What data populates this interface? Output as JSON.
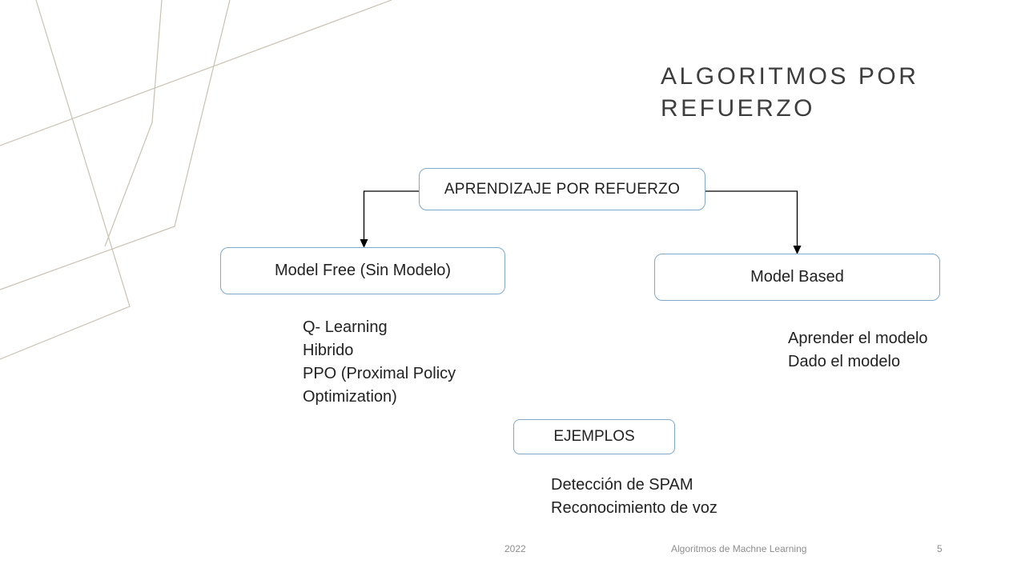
{
  "slide": {
    "title": "ALGORITMOS POR REFUERZO",
    "title_lines": [
      "ALGORITMOS POR",
      "REFUERZO"
    ]
  },
  "diagram": {
    "root_label": "APRENDIZAJE POR REFUERZO",
    "left_label": "Model Free (Sin Modelo)",
    "right_label": "Model Based",
    "examples_label": "EJEMPLOS",
    "left_notes": [
      "Q- Learning",
      "Hibrido",
      "PPO (Proximal Policy",
      "Optimization)"
    ],
    "right_notes": [
      "Aprender el modelo",
      "Dado el modelo"
    ],
    "examples_notes": [
      "Detección de SPAM",
      "Reconocimiento de voz"
    ]
  },
  "footer": {
    "date": "2022",
    "deck_title": "Algoritmos de Machne Learning",
    "page_number": "5"
  },
  "colors": {
    "box_border": "#7fa8c9",
    "decor_line": "#c9c2b2",
    "connector": "#000000",
    "title_text": "#3d3d3d",
    "body_text": "#222222",
    "footer_text": "#8e8e8e",
    "background": "#ffffff"
  }
}
